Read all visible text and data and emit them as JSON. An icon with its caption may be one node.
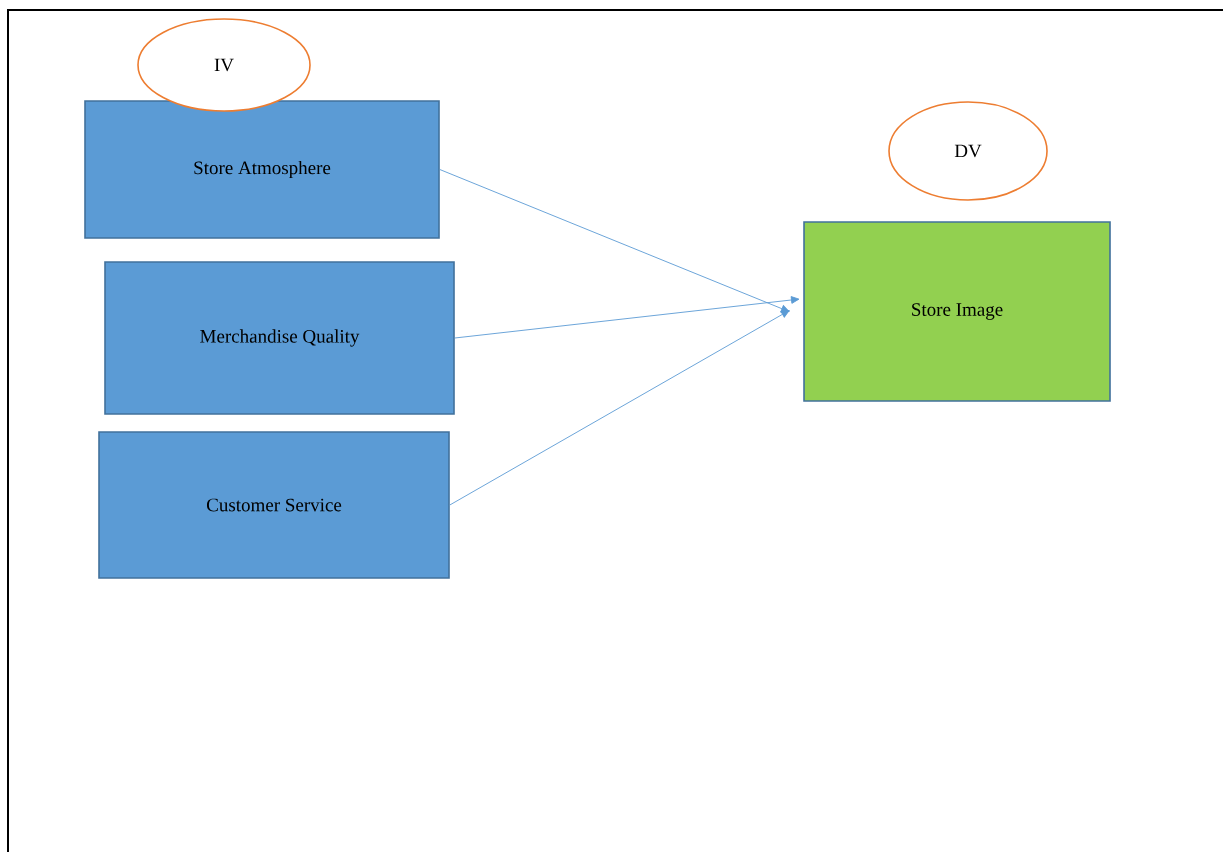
{
  "diagram": {
    "nodes": [
      {
        "text": [
          "IV"
        ]
      },
      {
        "text": [
          "Store Atmosphere"
        ]
      },
      {
        "text": [
          "Merchandise Quality"
        ]
      },
      {
        "text": [
          "Customer Service"
        ]
      },
      {
        "text": [
          "DV"
        ]
      },
      {
        "text": [
          "Store Image"
        ]
      }
    ],
    "edges": [
      {
        "from": 1,
        "to": 5,
        "arrow": "to"
      },
      {
        "from": 2,
        "to": 5,
        "arrow": "to"
      },
      {
        "from": 3,
        "to": 5,
        "arrow": "to"
      }
    ]
  }
}
